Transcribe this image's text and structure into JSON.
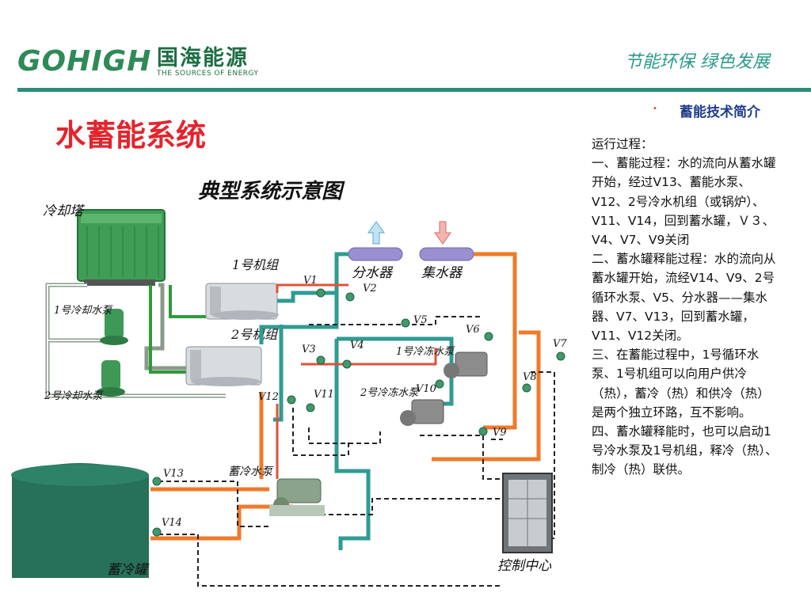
{
  "header": {
    "logo_latin": "GOHIGH",
    "logo_cn": "国海能源",
    "logo_sub": "THE SOURCES OF ENERGY",
    "slogan": "节能环保  绿色发展"
  },
  "slide": {
    "title": "水蓄能系统",
    "bullet": "•",
    "subtitle": "蓄能技术简介",
    "description": "运行过程：\n一、蓄能过程：水的流向从蓄水罐开始，经过V13、蓄能水泵、V12、2号冷水机组（或锅炉）、V11、V14，回到蓄水罐，Ｖ３、V4、V7、V9关闭\n二、蓄水罐释能过程：水的流向从蓄水罐开始，流经V14、V9、2号循环水泵、V5、分水器——集水器、V7、V13，回到蓄水罐，V11、V12关闭。\n三、在蓄能过程中，1号循环水泵、1号机组可以向用户供冷（热），蓄冷（热）和供冷（热）是两个独立环路，互不影响。\n四、蓄水罐释能时，也可以启动1号冷水泵及1号机组，释冷（热）、制冷（热）联供。"
  },
  "diagram": {
    "heading": "典型系统示意图",
    "labels": {
      "cooling_tower": "冷却塔",
      "chiller1": "1号机组",
      "chiller2": "2号机组",
      "cw_pump1": "1号冷却水泵",
      "cw_pump2": "2号冷却水泵",
      "distributor": "分水器",
      "collector": "集水器",
      "circ_pump1": "1号冷冻水泵",
      "circ_pump2": "2号冷冻水泵",
      "storage_pump": "蓄冷水泵",
      "tank": "蓄冷罐",
      "control": "控制中心"
    },
    "valves": {
      "v1": "V1",
      "v2": "V2",
      "v3": "V3",
      "v4": "V4",
      "v5": "V5",
      "v6": "V6",
      "v7": "V7",
      "v8": "V8",
      "v9": "V9",
      "v10": "V10",
      "v11": "V11",
      "v12": "V12",
      "v13": "V13",
      "v14": "V14"
    },
    "colors": {
      "supply_teal": "#2f9b92",
      "return_orange": "#ef7a2a",
      "green_line": "#2f9a3a",
      "red_line": "#e0513a",
      "cable": "#222222",
      "header_pipe": "#9a8fd0"
    }
  }
}
